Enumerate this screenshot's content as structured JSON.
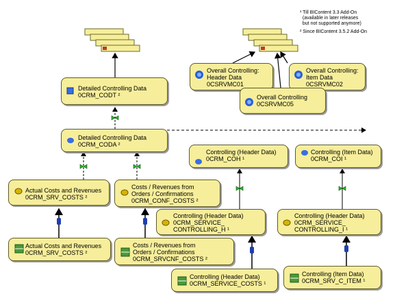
{
  "notes": {
    "note1": "¹ Till BIContent 3.3 Add-On\n  (available in later releases\n  but not supported anymore)",
    "note2": "² Since BIContent 3.5.2 Add-On"
  },
  "nodes": {
    "detailed_codt": {
      "text": "Detailed Controlling Data\n0CRM_CODT ²",
      "icon": "cube-icon"
    },
    "overall_h": {
      "text": "Overall Controlling:\nHeader Data\n0CSRVMC01",
      "icon": "multiprovider-icon"
    },
    "overall_i": {
      "text": "Overall Controlling:\nItem Data\n0CSRVMC02",
      "icon": "multiprovider-icon"
    },
    "overall_c": {
      "text": "Overall Controlling\n0CSRVMC05",
      "icon": "multiprovider-icon"
    },
    "detailed_coda": {
      "text": "Detailed Controlling Data\n0CRM_CODA ²",
      "icon": "ods-icon"
    },
    "ctrl_coh": {
      "text": "Controlling (Header Data)\n0CRM_COH ¹",
      "icon": "ods-icon"
    },
    "ctrl_coi": {
      "text": "Controlling (Item Data)\n0CRM_COI ¹",
      "icon": "ods-icon"
    },
    "actual_costs_ods": {
      "text": "Actual Costs and Revenues\n0CRM_SRV_COSTS ²",
      "icon": "ods-icon"
    },
    "conf_costs_ods": {
      "text": "Costs / Revenues from\nOrders / Confirmations\n0CRM_CONF_COSTS ²",
      "icon": "ods-icon"
    },
    "service_ctrl_h": {
      "text": "Controlling (Header Data)\n0CRM_SERVICE_\nCONTROLLING_H ¹",
      "icon": "ods-icon"
    },
    "service_ctrl_i": {
      "text": "Controlling (Header Data)\n0CRM_SERVICE_\nCONTROLLING_I ¹",
      "icon": "ods-icon"
    },
    "actual_costs_ds": {
      "text": "Actual Costs and Revenues\n0CRM_SRV_COSTS ²",
      "icon": "datasource-icon"
    },
    "srvcnf_costs_ds": {
      "text": "Costs / Revenues from\nOrders / Confirmations\n0CRM_SRVCNF_COSTS ²",
      "icon": "datasource-icon"
    },
    "service_costs_ds": {
      "text": "Controlling (Header Data)\n0CRM_SERVICE_COSTS ¹",
      "icon": "datasource-icon"
    },
    "srv_c_item_ds": {
      "text": "Controlling (Item Data)\n0CRM_SRV_C_ITEM ¹",
      "icon": "datasource-icon"
    }
  },
  "report_stack_icon": "report-stack-icon",
  "transformation_icon": "transformation-icon",
  "datasource_connector_icon": "datasource-connector-icon",
  "colors": {
    "node_fill": "#f6ee9a",
    "node_border": "#5f5a2a",
    "transform": "#2fae2f",
    "connector": "#1f3fae"
  }
}
